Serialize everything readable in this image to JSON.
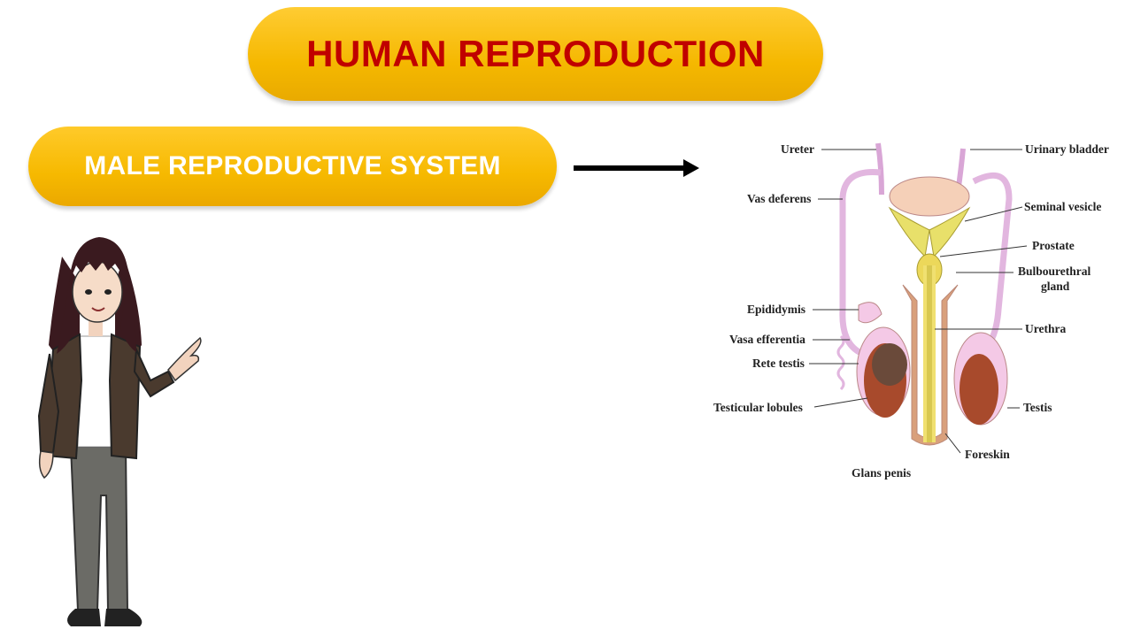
{
  "header": {
    "title": "HUMAN REPRODUCTION"
  },
  "section": {
    "subtitle": "MALE REPRODUCTIVE SYSTEM"
  },
  "diagram": {
    "labels": {
      "ureter": "Ureter",
      "urinary_bladder": "Urinary bladder",
      "vas_deferens": "Vas deferens",
      "seminal_vesicle": "Seminal vesicle",
      "prostate": "Prostate",
      "bulbourethral_1": "Bulbourethral",
      "bulbourethral_2": "gland",
      "epididymis": "Epididymis",
      "vasa_efferentia": "Vasa efferentia",
      "rete_testis": "Rete testis",
      "urethra": "Urethra",
      "testicular_lobules": "Testicular lobules",
      "testis": "Testis",
      "foreskin": "Foreskin",
      "glans_penis": "Glans penis"
    }
  },
  "colors": {
    "title_text": "#c00000",
    "pill_fill": "#f7bc00",
    "subtitle_text": "#ffffff"
  }
}
